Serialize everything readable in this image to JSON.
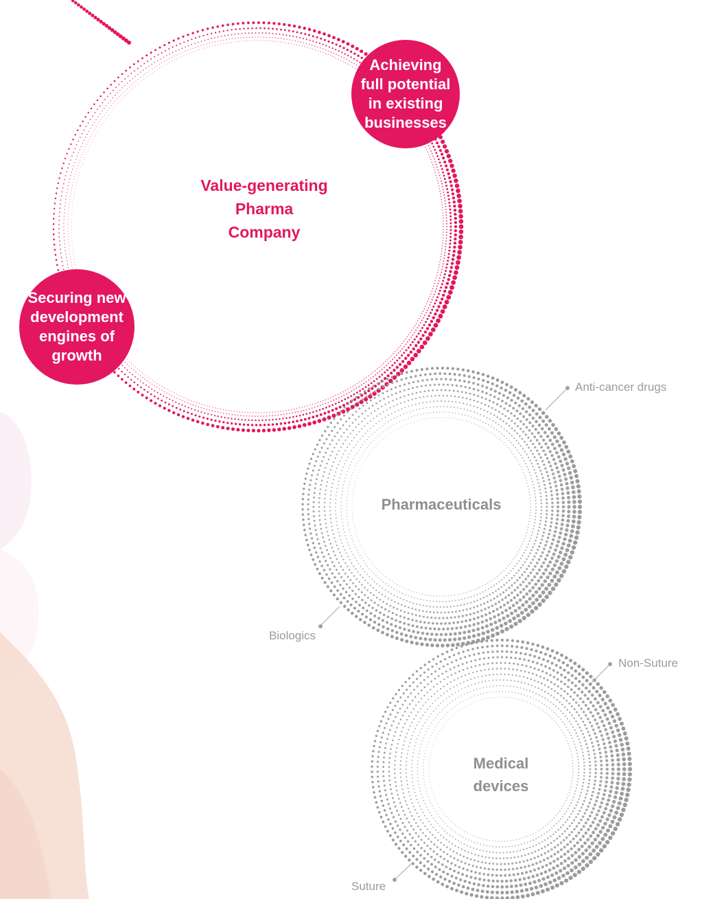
{
  "strategy": {
    "core_title": "Value-generating\nPharma\nCompany",
    "pillar_top": "Achieving\nfull potential\nin existing\nbusinesses",
    "pillar_left": "Securing new\ndevelopment\nengines of\ngrowth"
  },
  "businesses": {
    "pharma": {
      "title": "Pharmaceuticals",
      "label_top": "Anti-cancer drugs",
      "label_bottom": "Biologics"
    },
    "devices": {
      "title": "Medical\ndevices",
      "label_top": "Non-Suture",
      "label_bottom": "Suture"
    }
  },
  "colors": {
    "accent": "#e2175f",
    "gray": "#9b9b9b",
    "blob": "#f6dfd6"
  }
}
